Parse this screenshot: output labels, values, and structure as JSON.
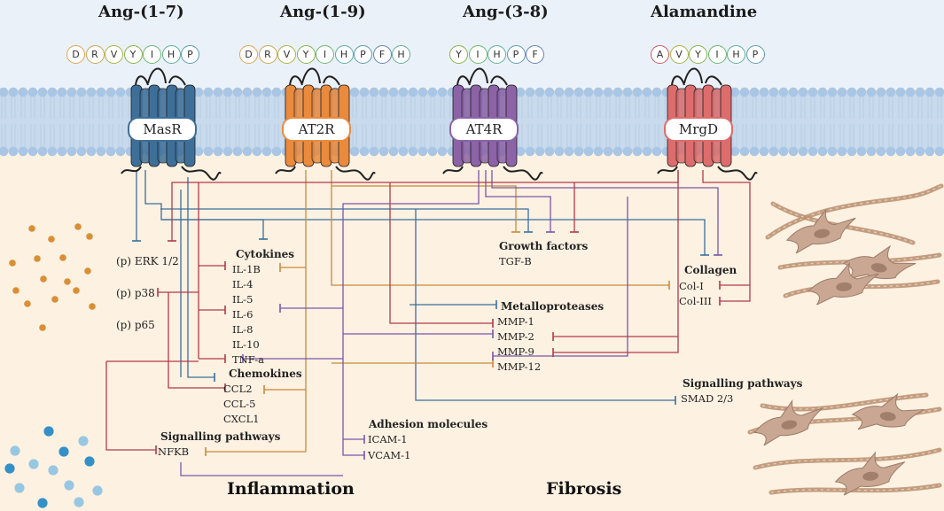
{
  "peptides": [
    {
      "name": "Ang-(1-7)",
      "residues": [
        "D",
        "R",
        "V",
        "Y",
        "I",
        "H",
        "P"
      ]
    },
    {
      "name": "Ang-(1-9)",
      "residues": [
        "D",
        "R",
        "V",
        "Y",
        "I",
        "H",
        "P",
        "F",
        "H"
      ]
    },
    {
      "name": "Ang-(3-8)",
      "residues": [
        "Y",
        "I",
        "H",
        "P",
        "F"
      ]
    },
    {
      "name": "Alamandine",
      "residues": [
        "A",
        "V",
        "Y",
        "I",
        "H",
        "P"
      ]
    }
  ],
  "residue_colors": {
    "D": "#e0a455",
    "R": "#c9a653",
    "V": "#a9b446",
    "Y": "#86b34d",
    "I": "#6cb86e",
    "H": "#5fae9c",
    "P": "#5b9ab4",
    "F": "#6880c0",
    "A": "#c85a62"
  },
  "receptors": [
    {
      "name": "MasR",
      "color": "#3e6f98"
    },
    {
      "name": "AT2R",
      "color": "#ea8a3d"
    },
    {
      "name": "AT4R",
      "color": "#8c63a6"
    },
    {
      "name": "MrgD",
      "color": "#dd6c6c"
    }
  ],
  "kinases": [
    "(p) ERK 1/2",
    "(p) p38",
    "(p) p65"
  ],
  "inflammation": {
    "title": "Inflammation",
    "cytokines": {
      "label": "Cytokines",
      "items": [
        "IL-1B",
        "IL-4",
        "IL-5",
        "IL-6",
        "IL-8",
        "IL-10",
        "TNF-a"
      ]
    },
    "chemokines": {
      "label": "Chemokines",
      "items": [
        "CCL2",
        "CCL-5",
        "CXCL1"
      ]
    },
    "signalling": {
      "label": "Signalling pathways",
      "items": [
        "NFKB"
      ]
    }
  },
  "adhesion": {
    "label": "Adhesion molecules",
    "items": [
      "ICAM-1",
      "VCAM-1"
    ]
  },
  "growth": {
    "label": "Growth factors",
    "items": [
      "TGF-B"
    ]
  },
  "metallo": {
    "label": "Metalloproteases",
    "items": [
      "MMP-1",
      "MMP-2",
      "MMP-9",
      "MMP-12"
    ]
  },
  "collagen": {
    "label": "Collagen",
    "items": [
      "Col-I",
      "Col-III"
    ]
  },
  "fibrosis_signalling": {
    "label": "Signalling pathways",
    "items": [
      "SMAD 2/3"
    ]
  },
  "fibrosis_title": "Fibrosis",
  "colors": {
    "blue": "#3a6f9b",
    "orange": "#c98a3a",
    "purple": "#7a56a8",
    "red": "#b23a4a",
    "membrane_head": "#a9c6e4",
    "membrane_tail": "#c8daec",
    "top_bg": "#eaf1f8",
    "cell_bg": "#fdf1e2"
  }
}
